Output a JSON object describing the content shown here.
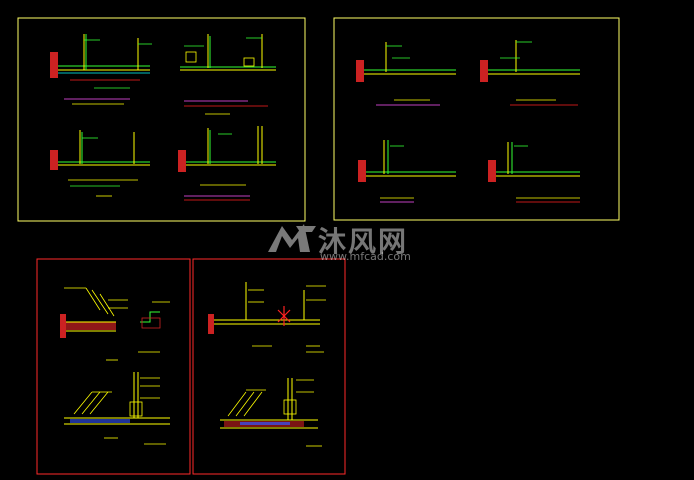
{
  "colors": {
    "background": "#000000",
    "frame_yellow": "#ffff66",
    "frame_red": "#ff2a2a",
    "line_green": "#33ff33",
    "line_yellow": "#ffff00",
    "line_cyan": "#00ffff",
    "label_red": "#ff2222",
    "note_magenta": "#ff55ff",
    "accent_blue": "#3355ff"
  },
  "sheets": [
    {
      "name": "sheet-top-left",
      "frame": "yellow",
      "details": 4
    },
    {
      "name": "sheet-top-right",
      "frame": "yellow",
      "details": 4
    },
    {
      "name": "sheet-bottom-left",
      "frame": "red",
      "details": 2
    },
    {
      "name": "sheet-bottom-right",
      "frame": "red",
      "details": 2
    }
  ],
  "watermark": {
    "logo_icon": "mfcad-logo-icon",
    "chinese": "沐风网",
    "url": "www.mfcad.com"
  }
}
